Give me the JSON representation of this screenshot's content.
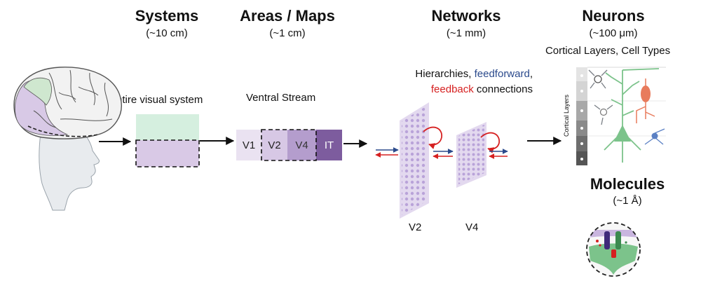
{
  "columns": [
    {
      "title": "Systems",
      "scale": "(~10 cm)"
    },
    {
      "title": "Areas / Maps",
      "scale": "(~1 cm)"
    },
    {
      "title": "Networks",
      "scale": "(~1 mm)"
    },
    {
      "title": "Neurons",
      "scale": "(~100 μm)"
    }
  ],
  "neurons_subtitle": "Cortical Layers, Cell Types",
  "systems_label": "Entire visual system",
  "areas_label": "Ventral Stream",
  "stream_areas": [
    "V1",
    "V2",
    "V4",
    "IT"
  ],
  "networks_caption": {
    "prefix": "Hierarchies, ",
    "feedforward": "feedforward",
    "comma": ",",
    "feedback": "feedback",
    "suffix": " connections"
  },
  "network_sheets": [
    "V2",
    "V4"
  ],
  "cortical_layers_label": "Cortical Layers",
  "molecules": {
    "title": "Molecules",
    "scale": "(~1 Å)"
  },
  "colors": {
    "feedforward": "#2b4a8c",
    "feedback": "#d62020",
    "green_area": "#d5efdf",
    "purple_area": "#d9c9e6",
    "sheet": "#dcd0ec",
    "neuron_green": "#7cc38b",
    "neuron_orange": "#e87b5c"
  }
}
